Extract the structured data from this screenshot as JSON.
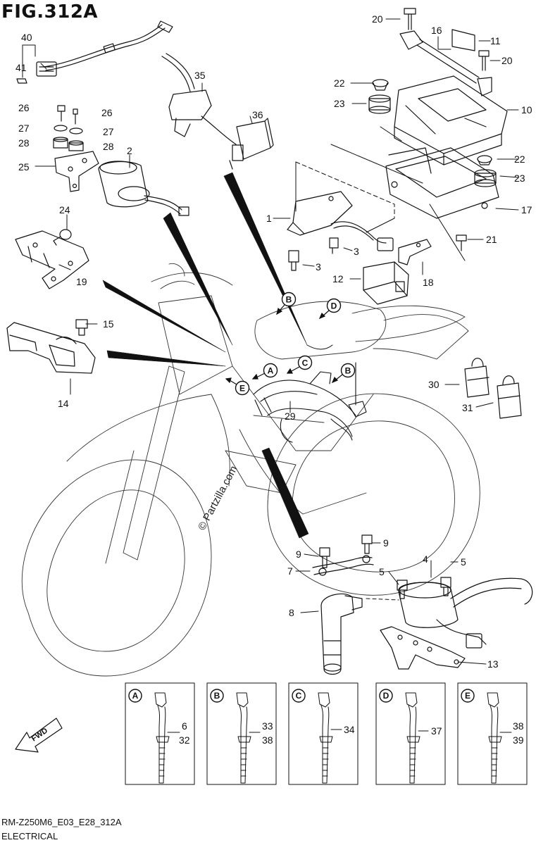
{
  "figure": {
    "title": "FIG.312A",
    "footer_code": "RM-Z250M6_E03_E28_312A",
    "footer_name": "ELECTRICAL",
    "watermark": "© Partzilla.com",
    "fwd_label": "FWD"
  },
  "part_labels": [
    {
      "id": "p40",
      "text": "40"
    },
    {
      "id": "p41",
      "text": "41"
    },
    {
      "id": "p26a",
      "text": "26"
    },
    {
      "id": "p26b",
      "text": "26"
    },
    {
      "id": "p27a",
      "text": "27"
    },
    {
      "id": "p27b",
      "text": "27"
    },
    {
      "id": "p28a",
      "text": "28"
    },
    {
      "id": "p28b",
      "text": "28"
    },
    {
      "id": "p25",
      "text": "25"
    },
    {
      "id": "p2",
      "text": "2"
    },
    {
      "id": "p24",
      "text": "24"
    },
    {
      "id": "p19",
      "text": "19"
    },
    {
      "id": "p15",
      "text": "15"
    },
    {
      "id": "p14",
      "text": "14"
    },
    {
      "id": "p35",
      "text": "35"
    },
    {
      "id": "p36",
      "text": "36"
    },
    {
      "id": "p20a",
      "text": "20"
    },
    {
      "id": "p16",
      "text": "16"
    },
    {
      "id": "p11",
      "text": "11"
    },
    {
      "id": "p20b",
      "text": "20"
    },
    {
      "id": "p22a",
      "text": "22"
    },
    {
      "id": "p23a",
      "text": "23"
    },
    {
      "id": "p10",
      "text": "10"
    },
    {
      "id": "p22b",
      "text": "22"
    },
    {
      "id": "p23b",
      "text": "23"
    },
    {
      "id": "p17",
      "text": "17"
    },
    {
      "id": "p1",
      "text": "1"
    },
    {
      "id": "p3a",
      "text": "3"
    },
    {
      "id": "p3b",
      "text": "3"
    },
    {
      "id": "p21",
      "text": "21"
    },
    {
      "id": "p12",
      "text": "12"
    },
    {
      "id": "p18",
      "text": "18"
    },
    {
      "id": "p30",
      "text": "30"
    },
    {
      "id": "p31",
      "text": "31"
    },
    {
      "id": "p29",
      "text": "29"
    },
    {
      "id": "p9a",
      "text": "9"
    },
    {
      "id": "p9b",
      "text": "9"
    },
    {
      "id": "p7",
      "text": "7"
    },
    {
      "id": "p5a",
      "text": "5"
    },
    {
      "id": "p4",
      "text": "4"
    },
    {
      "id": "p5b",
      "text": "5"
    },
    {
      "id": "p8",
      "text": "8"
    },
    {
      "id": "p13",
      "text": "13"
    }
  ],
  "callouts": [
    {
      "id": "cB1",
      "letter": "B"
    },
    {
      "id": "cD1",
      "letter": "D"
    },
    {
      "id": "cA1",
      "letter": "A"
    },
    {
      "id": "cC1",
      "letter": "C"
    },
    {
      "id": "cB2",
      "letter": "B"
    },
    {
      "id": "cE1",
      "letter": "E"
    }
  ],
  "insets": [
    {
      "letter": "A",
      "parts": [
        "6",
        "32"
      ]
    },
    {
      "letter": "B",
      "parts": [
        "33",
        "38"
      ]
    },
    {
      "letter": "C",
      "parts": [
        "34"
      ]
    },
    {
      "letter": "D",
      "parts": [
        "37"
      ]
    },
    {
      "letter": "E",
      "parts": [
        "38",
        "39"
      ]
    }
  ],
  "colors": {
    "ink": "#111111",
    "background": "#ffffff"
  }
}
